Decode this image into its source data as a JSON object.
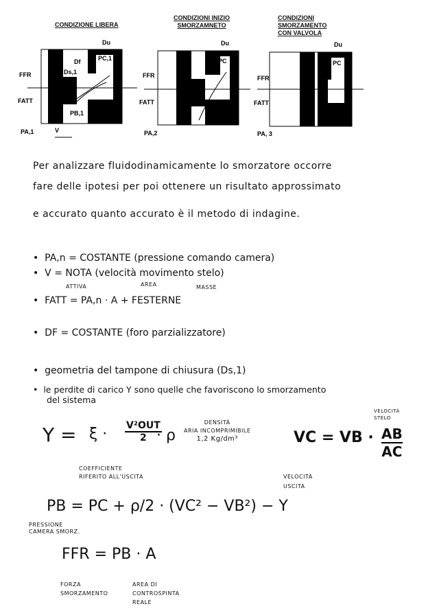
{
  "diagrams": [
    {
      "title_1": "CONDIZIONE LIBERA",
      "title_2": "",
      "du": "Du",
      "labels": {
        "df": "Df",
        "pc": "PC,1",
        "ds": "Ds,1",
        "pb": "PB,1",
        "ffr": "FFR",
        "fatt": "FATT",
        "pa": "PA,1",
        "v": "V"
      }
    },
    {
      "title_1": "CONDIZIONI INIZIO",
      "title_2": "SMORZAMNETO",
      "du": "Du",
      "labels": {
        "pc": "PC",
        "ffr": "FFR",
        "fatt": "FATT",
        "pa": "PA,2"
      }
    },
    {
      "title_1": "CONDIZIONI",
      "title_2": "SMORZAMENTO",
      "title_3": "CON VALVOLA",
      "du": "Du",
      "labels": {
        "pc": "PC",
        "ffr": "FFR",
        "fatt": "FATT",
        "pa": "PA, 3"
      }
    }
  ],
  "intro": [
    "Per analizzare fluidodinamicamente lo smorzatore occorre",
    "fare delle ipotesi per poi ottenere un risultato approssimato",
    "e accurato quanto accurato è il metodo di indagine."
  ],
  "bullets": [
    "PA,n = COSTANTE (pressione comando camera)",
    "V = NOTA (velocità movimento stelo)",
    "FATT = PA,n · A + FESTERNE",
    "DF = COSTANTE (foro parzializzatore)",
    "geometria del tampone di chiusura (Ds,1)",
    "le perdite di carico Y sono quelle che favoriscono lo smorzamento",
    "del sistema"
  ],
  "annotations": {
    "attiva": "ATTIVA",
    "area": "AREA",
    "masse": "MASSE"
  },
  "eq1": {
    "lhs": "Y =",
    "xi": "ξ ·",
    "num": "V²OUT",
    "den": "2",
    "rho": "· ρ",
    "note_density": [
      "DENSITÀ",
      "ARIA INCOMPRIMIBILE",
      "1,2 Kg/dm³"
    ],
    "note_coeff": [
      "COEFFICIENTE",
      "RIFERITO ALL'USCITA"
    ]
  },
  "eq2": {
    "lhs": "VC = VB ·",
    "num": "AB",
    "den": "AC",
    "note_top": [
      "VELOCITÀ",
      "STELO"
    ],
    "note_bottom": [
      "VELOCITÀ",
      "USCITA"
    ]
  },
  "eq3": {
    "text": "PB  =  PC  +  ρ/2 · (VC² − VB²)  −  Y",
    "note": [
      "PRESSIONE",
      "CAMERA SMORZ."
    ]
  },
  "eq4": {
    "text": "FFR  =  PB · A",
    "note_left": [
      "FORZA",
      "SMORZAMENTO"
    ],
    "note_right": [
      "AREA DI",
      "CONTROSPINTA",
      "REALE"
    ]
  }
}
